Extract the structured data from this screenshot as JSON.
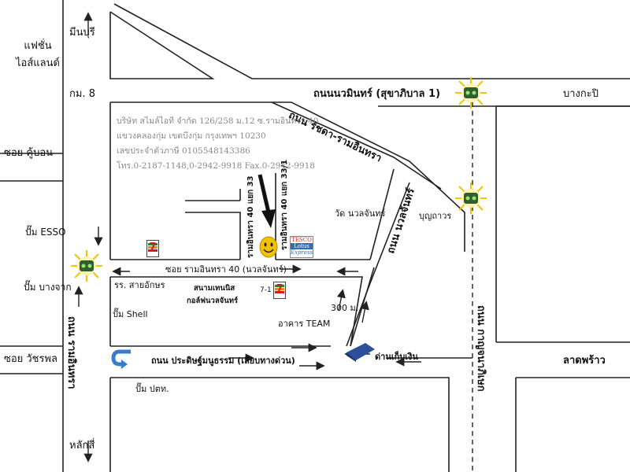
{
  "labels": {
    "minburi": "มีนบุรี",
    "fashion_island": "แฟชั่น\nไอส์แลนด์",
    "km8": "กม. 8",
    "nawamin_road": "ถนนนวมินทร์ (สุขาภิบาล 1)",
    "bangkapi": "บางกะปิ",
    "ratchada_road": "ถนน รัชดา-รามอินทรา",
    "soi_khubon": "ซอย คู้บอน",
    "soi_ram40_33": "รามอินทรา 40 แยก 33",
    "soi_ram40_33_1": "รามอินทรา 40 แยก 33/1",
    "wat_nuanchan": "วัด นวลจันทร์",
    "bunyawat": "บุญถาวร",
    "nuanchan_road": "ถนน นวลจันทร์",
    "esso": "ปั๊ม ESSO",
    "bangchak": "ปั๊ม บางจาก",
    "soi_ram40": "ซอย รามอินทรา 40 (นวลจันทร์)",
    "sai_aksorn": "รร. สายอักษร",
    "tennis": "สนามเทนนิส",
    "golf": "กอล์ฟนวลจันทร์",
    "seven_label": "7-1",
    "shell": "ปั๊ม Shell",
    "m300": "300 ม.",
    "team": "อาคาร TEAM",
    "soi_watcharapol": "ซอย วัชรพล",
    "expressway": "ถนน ประดิษฐ์มนูธรรม (เลียบทางด่วน)",
    "toll": "ด่านเก็บเงิน",
    "ladprao": "ลาดพร้าว",
    "ptt": "ปั๊ม ปตท.",
    "laksi": "หลักสี่",
    "ramindra_road": "ถนน รามอินทรา",
    "kanchanaphisek_road": "ถนน กาญจนาภิเษก"
  },
  "company": {
    "line1": "บริษัท สไมล์ไอที จำกัด  126/258 ม.12 ซ.รามอินทรา 40",
    "line2": "แขวงคลองกุ่ม เขตบึงกุ่ม กรุงเทพฯ 10230",
    "line3": "เลขประจำตัวภาษี 0105548143386",
    "line4": "โทร.0-2187-1148,0-2942-9918 Fax.0-2942-9918"
  },
  "brands": {
    "seven_eleven": "7",
    "tesco_top": "TESCO",
    "tesco_mid": "Lotus",
    "tesco_bot": "Express"
  },
  "icons": [
    "traffic-light-icon",
    "smiley-location-icon",
    "seven-eleven-icon",
    "tesco-lotus-icon",
    "u-turn-icon",
    "toll-building-icon",
    "direction-arrow-icon"
  ],
  "colors": {
    "road_line": "#222222",
    "company_text": "#8a8a8a",
    "light_body": "#2f5f2f",
    "smiley": "#f2c200",
    "uturn": "#3a7cc9",
    "toll": "#2b4f9a"
  }
}
